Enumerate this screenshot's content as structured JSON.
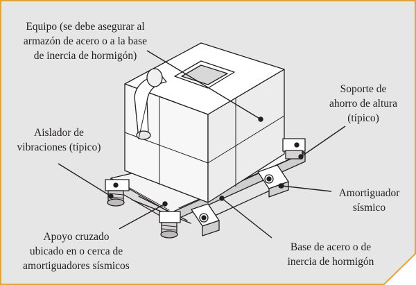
{
  "colors": {
    "background": "#e6e6e7",
    "border": "#e0a43a",
    "stroke": "#231f20",
    "equipment_face": "#ffffff"
  },
  "labels": {
    "equipment": "Equipo (se debe asegurar al\narmazón de acero o a la base\nde inercia de hormigón)",
    "height_saving_support": "Soporte de\nahorro de altura\n(típico)",
    "vibration_isolator": "Aislador de\nvibraciones (típico)",
    "seismic_snubber": "Amortiguador\nsísmico",
    "cross_brace": "Apoyo cruzado\nubicado en o cerca de\namortiguadores sísmicos",
    "base": "Base de acero o de\ninercia de hormigón"
  }
}
